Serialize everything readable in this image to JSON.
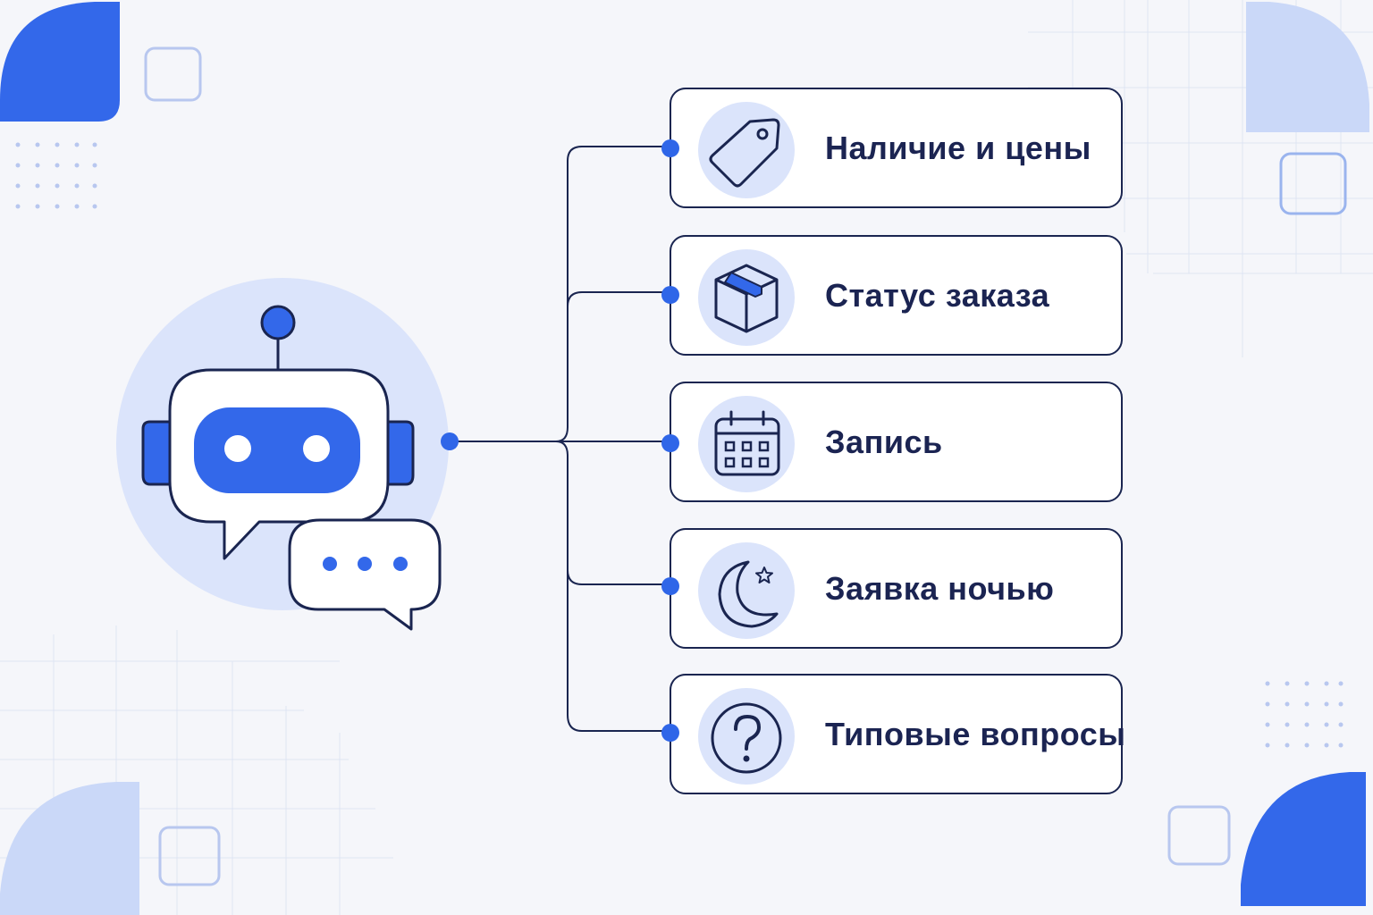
{
  "colors": {
    "accent": "#2f66e8",
    "accent_light": "#dbe4fb",
    "stroke": "#1a2550",
    "background": "#f5f6fa"
  },
  "bot": {
    "icon": "robot-icon",
    "chat_bubble_icon": "chat-bubble-icon"
  },
  "options": [
    {
      "label": "Наличие и цены",
      "icon": "price-tag-icon"
    },
    {
      "label": "Статус заказа",
      "icon": "package-box-icon"
    },
    {
      "label": "Запись",
      "icon": "calendar-icon"
    },
    {
      "label": "Заявка ночью",
      "icon": "moon-star-icon"
    },
    {
      "label": "Типовые вопросы",
      "icon": "question-icon"
    }
  ]
}
